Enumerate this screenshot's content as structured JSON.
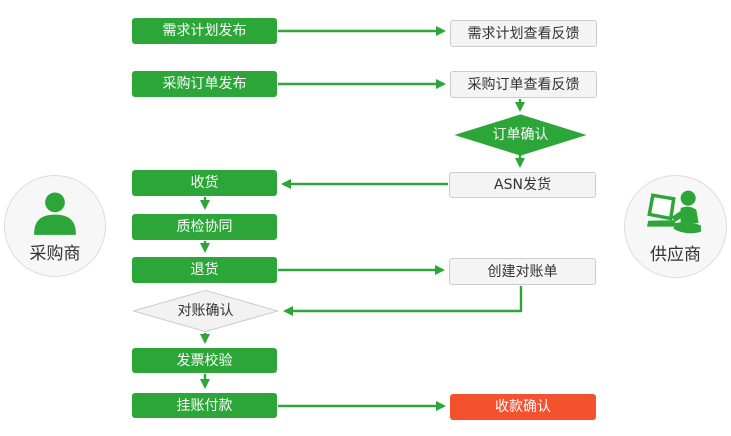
{
  "diagram": {
    "title_hint": "procurement-collaboration-flowchart",
    "actors": {
      "buyer": {
        "label": "采购商",
        "icon": "person-bust-icon"
      },
      "supplier": {
        "label": "供应商",
        "icon": "person-with-laptop-icon"
      }
    },
    "nodes": {
      "demand_plan_publish": {
        "label": "需求计划发布",
        "style": "green-box"
      },
      "demand_plan_feedback": {
        "label": "需求计划查看反馈",
        "style": "white-box"
      },
      "po_publish": {
        "label": "采购订单发布",
        "style": "green-box"
      },
      "po_feedback": {
        "label": "采购订单查看反馈",
        "style": "white-box"
      },
      "order_confirm": {
        "label": "订单确认",
        "style": "green-diamond"
      },
      "asn_ship": {
        "label": "ASN发货",
        "style": "white-box"
      },
      "receive": {
        "label": "收货",
        "style": "green-box"
      },
      "quality_collab": {
        "label": "质检协同",
        "style": "green-box"
      },
      "return_goods": {
        "label": "退货",
        "style": "green-box"
      },
      "create_statement": {
        "label": "创建对账单",
        "style": "white-box"
      },
      "statement_confirm": {
        "label": "对账确认",
        "style": "gray-diamond"
      },
      "invoice_check": {
        "label": "发票校验",
        "style": "green-box"
      },
      "payment_on_account": {
        "label": "挂账付款",
        "style": "green-box"
      },
      "receipt_confirm": {
        "label": "收款确认",
        "style": "orange-box"
      }
    },
    "edges": [
      "需求计划发布 → 需求计划查看反馈",
      "采购订单发布 → 采购订单查看反馈",
      "采购订单查看反馈 → 订单确认",
      "订单确认 → ASN发货",
      "ASN发货 → 收货",
      "收货 → 质检协同",
      "质检协同 → 退货",
      "退货 → 创建对账单",
      "创建对账单 → 对账确认",
      "对账确认 → 发票校验",
      "发票校验 → 挂账付款",
      "挂账付款 → 收款确认"
    ]
  },
  "colors": {
    "green": "#2da639",
    "orange": "#f4522e",
    "box_border": "#cccccc",
    "box_fill": "#f4f4f4",
    "diamond_gray_fill": "#f2f2f2",
    "circle_fill": "#f7f7f7",
    "circle_border": "#dcdcdc",
    "text_dark": "#333333",
    "text_white": "#ffffff"
  }
}
